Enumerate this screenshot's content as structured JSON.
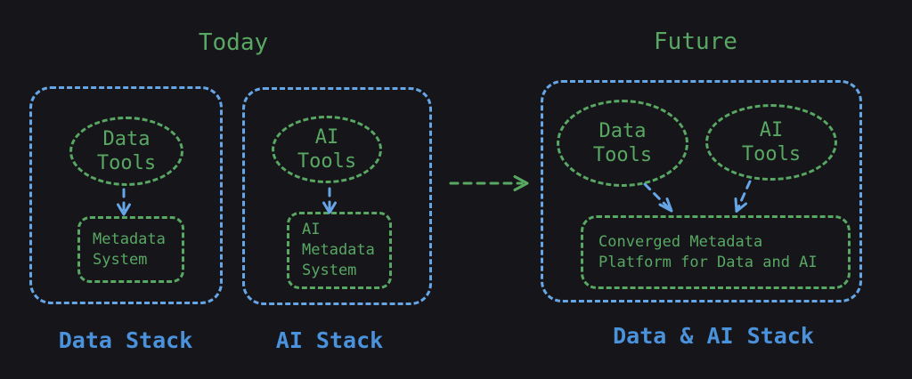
{
  "colors": {
    "background": "#16161a",
    "green": "#58a763",
    "blue": "#66a5e6",
    "blue_label": "#4b92dc"
  },
  "sections": {
    "today": {
      "title": "Today",
      "data_stack": {
        "tool_label": "Data\nTools",
        "system_label": "Metadata\nSystem",
        "stack_label": "Data Stack"
      },
      "ai_stack": {
        "tool_label": "AI\nTools",
        "system_label": "AI\nMetadata\nSystem",
        "stack_label": "AI Stack"
      }
    },
    "future": {
      "title": "Future",
      "data_ai_stack": {
        "data_tool_label": "Data\nTools",
        "ai_tool_label": "AI\nTools",
        "platform_label": "Converged Metadata\nPlatform for Data and AI",
        "stack_label": "Data & AI Stack"
      }
    }
  },
  "arrows": {
    "data_tools_to_metadata": "blue-down-arrow",
    "ai_tools_to_ai_metadata": "blue-down-arrow",
    "today_to_future": "green-right-arrow",
    "future_data_tools_to_platform": "blue-diagonal-arrow",
    "future_ai_tools_to_platform": "blue-diagonal-arrow"
  }
}
